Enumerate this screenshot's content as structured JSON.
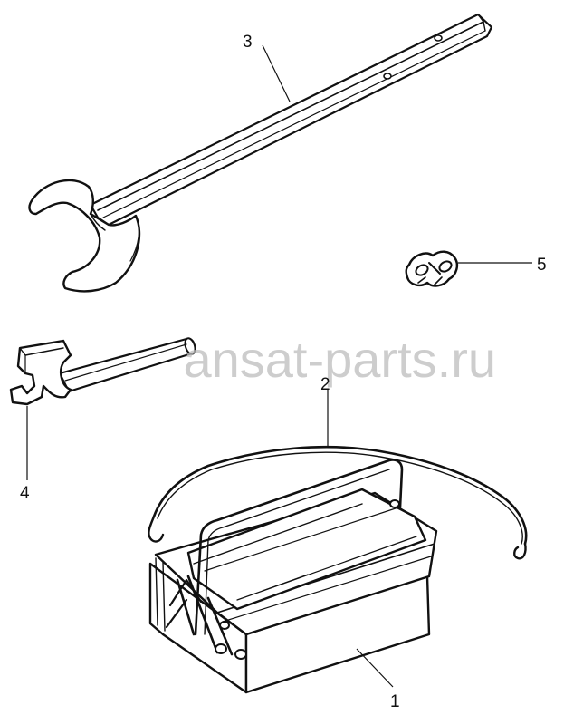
{
  "watermark": "ansat-parts.ru",
  "callouts": {
    "part1": "1",
    "part2": "2",
    "part3": "3",
    "part4": "4",
    "part5": "5"
  },
  "colors": {
    "ink": "#111111",
    "watermark": "#bdbdbd",
    "background": "#ffffff"
  }
}
